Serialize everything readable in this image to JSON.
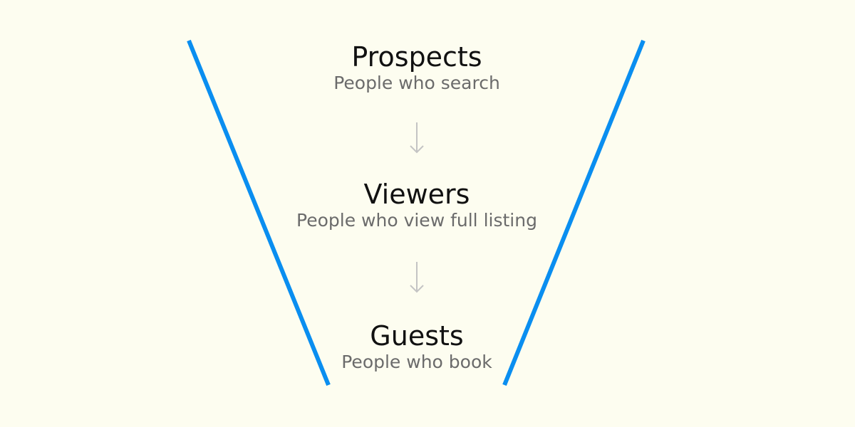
{
  "colors": {
    "background": "#fdfdf0",
    "funnel_line": "#0a8ef0",
    "arrow": "#c4c4c4",
    "title_text": "#111111",
    "description_text": "#6b6b6b"
  },
  "stages": [
    {
      "title": "Prospects",
      "description": "People who search"
    },
    {
      "title": "Viewers",
      "description": "People who view full listing"
    },
    {
      "title": "Guests",
      "description": "People who book"
    }
  ],
  "connectors": [
    "arrow-down-icon",
    "arrow-down-icon"
  ]
}
